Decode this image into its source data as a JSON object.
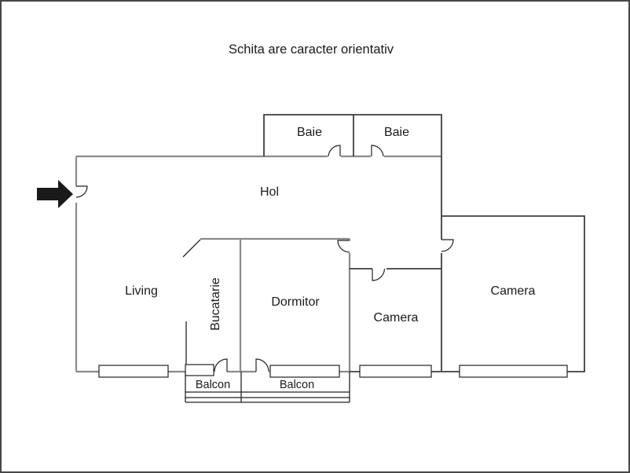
{
  "title": "Schita are caracter orientativ",
  "floorplan": {
    "rooms": {
      "baie1": "Baie",
      "baie2": "Baie",
      "hol": "Hol",
      "living": "Living",
      "bucatarie": "Bucatarie",
      "dormitor": "Dormitor",
      "camera_small": "Camera",
      "camera_large": "Camera",
      "balcon1": "Balcon",
      "balcon2": "Balcon"
    },
    "icons": {
      "entrance_arrow": "entrance-arrow-icon"
    },
    "colors": {
      "background": "#ffffff",
      "border": "#474747",
      "wall_gray": "#8a8a8a",
      "wall_dark": "#3f3f3f",
      "line_dark": "#222222",
      "arrow": "#1a1a1a"
    }
  }
}
